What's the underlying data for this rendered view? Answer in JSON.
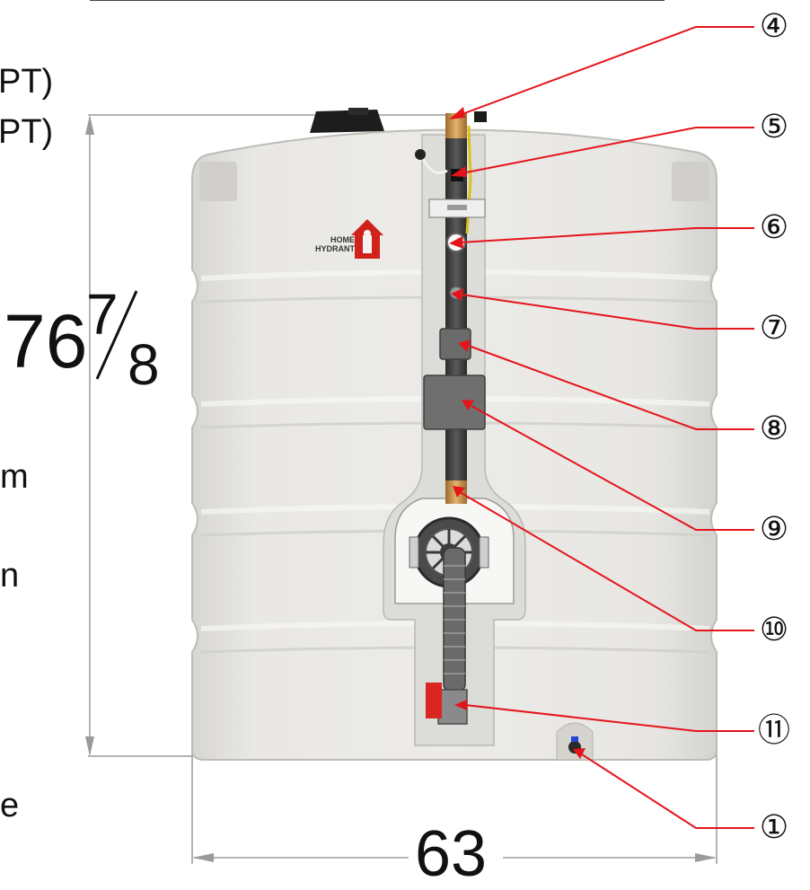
{
  "left_labels": [
    "PT)",
    "PT)",
    "m",
    "n",
    "e"
  ],
  "dimensions": {
    "height_whole": "76",
    "height_numerator": "7",
    "height_denominator": "8",
    "width": "63"
  },
  "logo": {
    "line1": "HOME",
    "line2": "HYDRANT"
  },
  "callouts": [
    "④",
    "⑤",
    "⑥",
    "⑦",
    "⑧",
    "⑨",
    "⑩",
    "⑪",
    "①"
  ],
  "colors": {
    "arrow": "#e5141b",
    "tank": "#e6e5e1",
    "tank_shadow": "#c9c8c3",
    "dimension_line": "#8a8a8a",
    "logo_red": "#d0221b"
  }
}
